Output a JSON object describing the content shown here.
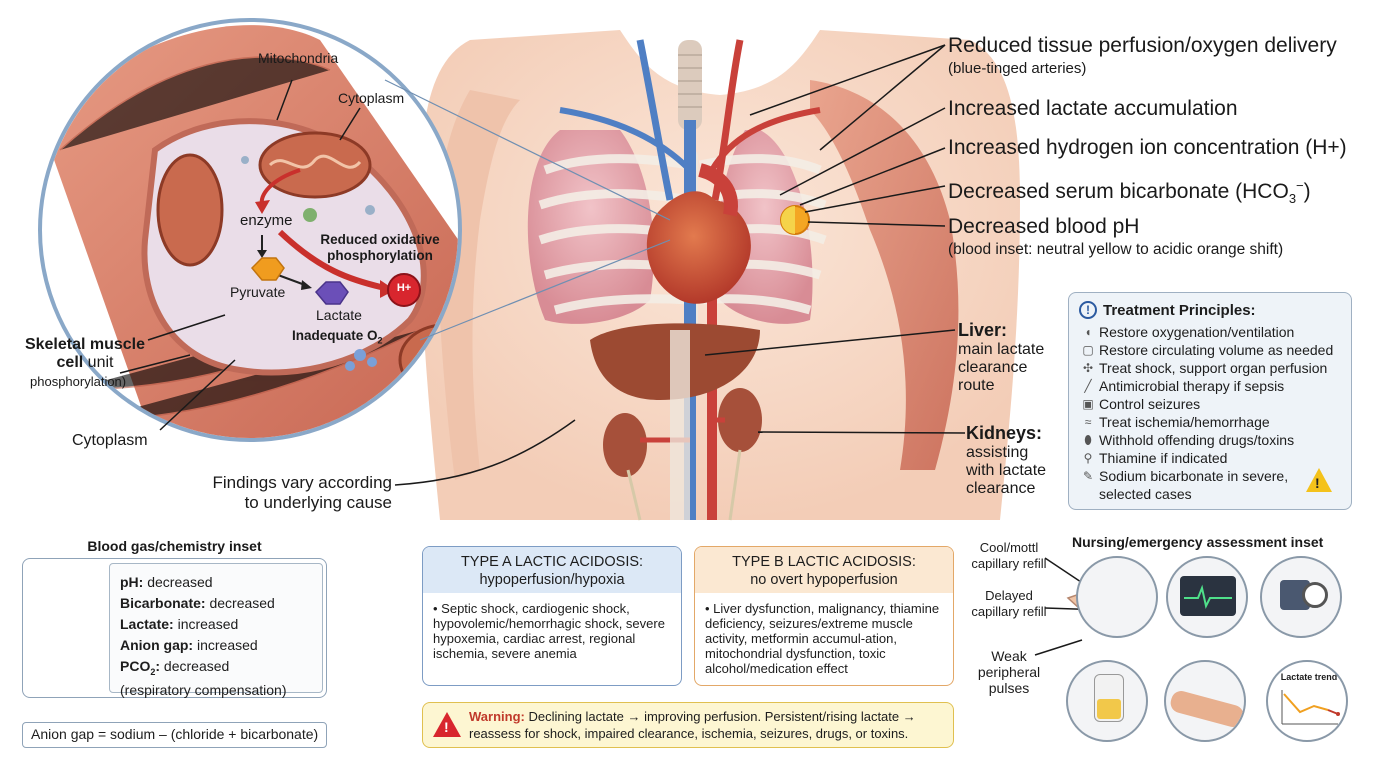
{
  "muscle_inset": {
    "mitochondria": "Mitochondria",
    "cytoplasm_top": "Cytoplasm",
    "enzyme": "enzyme",
    "reduced_ox": "Reduced oxidative phosphorylation",
    "h_ion": "H+",
    "pyruvate": "Pyruvate",
    "lactate": "Lactate",
    "inadequate_o2": "Inadequate O",
    "o2_sub": "2",
    "cell_title": "Skeletal muscle cell",
    "cell_unit": " unit",
    "cell_sub": "phosphorylation)",
    "cytoplasm_bottom": "Cytoplasm"
  },
  "right_labels": {
    "perfusion": "Reduced tissue perfusion/oxygen delivery",
    "perfusion_note": "(blue-tinged arteries)",
    "lactate": "Increased lactate accumulation",
    "hydrogen": "Increased hydrogen ion concentration (H+)",
    "bicarb_main": "Decreased serum bicarbonate (HCO",
    "bicarb_sub": "3",
    "bicarb_sup": "−",
    "bicarb_end": ")",
    "ph": "Decreased blood pH",
    "ph_note": "(blood inset: neutral yellow to acidic orange shift)"
  },
  "organs": {
    "liver_title": "Liver:",
    "liver_sub": [
      "main lactate",
      "clearance",
      "route"
    ],
    "kidney_title": "Kidneys:",
    "kidney_sub": [
      "assisting",
      "with lactate",
      "clearance"
    ]
  },
  "findings": [
    "Findings vary according",
    "to underlying cause"
  ],
  "treatment": {
    "title": "Treatment Principles:",
    "items": [
      {
        "icon": "mask-icon",
        "text": "Restore oxygenation/ventilation"
      },
      {
        "icon": "iv-bag-icon",
        "text": "Restore circulating volume as needed"
      },
      {
        "icon": "organ-icon",
        "text": "Treat shock, support organ perfusion"
      },
      {
        "icon": "syringe-icon",
        "text": "Antimicrobial therapy if sepsis"
      },
      {
        "icon": "medkit-icon",
        "text": "Control seizures"
      },
      {
        "icon": "bandage-icon",
        "text": "Treat ischemia/hemorrhage"
      },
      {
        "icon": "pill-icon",
        "text": "Withhold offending drugs/toxins"
      },
      {
        "icon": "dropper-icon",
        "text": "Thiamine if indicated"
      },
      {
        "icon": "injection-icon",
        "text": "Sodium bicarbonate in severe, selected cases"
      }
    ]
  },
  "blood_gas": {
    "title": "Blood gas/chemistry inset",
    "rows": [
      {
        "key": "pH:",
        "val": " decreased"
      },
      {
        "key": "Bicarbonate:",
        "val": " decreased"
      },
      {
        "key": "Lactate:",
        "val": " increased"
      },
      {
        "key": "Anion gap:",
        "val": " increased"
      }
    ],
    "pco2_key": "PCO",
    "pco2_sub": "2",
    "pco2_colon": ":",
    "pco2_val": " decreased",
    "pco2_note": "(respiratory compensation)",
    "formula": "Anion gap = sodium – (chloride + bicarbonate)"
  },
  "type_a": {
    "title1": "TYPE A LACTIC ACIDOSIS:",
    "title2": "hypoperfusion/hypoxia",
    "body": "• Septic shock, cardiogenic shock, hypovolemic/hemorrhagic shock, severe hypoxemia, cardiac arrest, regional ischemia, severe anemia"
  },
  "type_b": {
    "title1": "TYPE B LACTIC ACIDOSIS:",
    "title2": "no overt hypoperfusion",
    "body": "• Liver dysfunction, malignancy, thiamine deficiency, seizures/extreme muscle activity, metformin accumul-ation, mitochondrial dysfunction, toxic alcohol/medication effect"
  },
  "warning": {
    "label": "Warning:",
    "text": " Declining lactate → improving perfusion. Persistent/rising lactate → reassess for shock, impaired clearance, ischemia, seizures, drugs, or toxins."
  },
  "nursing": {
    "title": "Nursing/emergency assessment inset",
    "cool": [
      "Cool/mottl",
      "capillary refill"
    ],
    "delayed": [
      "Delayed",
      "capillary refill"
    ],
    "weak": [
      "Weak",
      "peripheral",
      "pulses"
    ],
    "lactate_trend": "Lactate trend"
  },
  "colors": {
    "muscle": "#d9826c",
    "artery_blue": "#4f7fc4",
    "artery_red": "#c9413a",
    "type_a_header": "#dce8f6",
    "type_b_header": "#fbe8d2",
    "warning_bg": "#fdf6d2",
    "treatment_bg": "#eef3f8"
  }
}
